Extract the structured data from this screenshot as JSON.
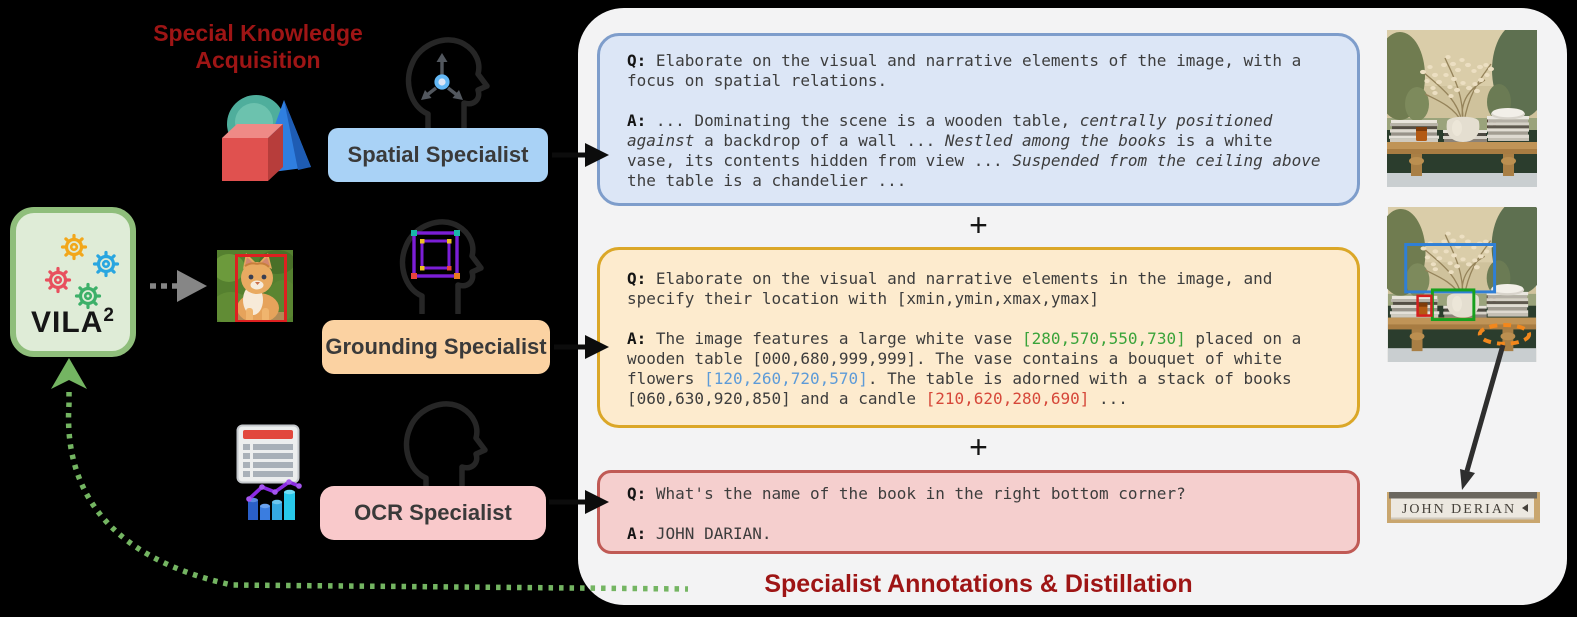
{
  "heading": {
    "title": "Special Knowledge\nAcquisition"
  },
  "model": {
    "name": "VILA",
    "sup": "2"
  },
  "specialists": [
    {
      "id": "spatial",
      "label": "Spatial Specialist"
    },
    {
      "id": "grounding",
      "label": "Grounding Specialist"
    },
    {
      "id": "ocr",
      "label": "OCR Specialist"
    }
  ],
  "qa": {
    "spatial": {
      "segments": [
        {
          "t": "Q:",
          "s": "bold"
        },
        {
          "t": " Elaborate on the visual and narrative elements of the image, with a focus on spatial relations.\n\n",
          "s": "plain"
        },
        {
          "t": "A:",
          "s": "bold"
        },
        {
          "t": " ... Dominating the scene is a wooden table, ",
          "s": "plain"
        },
        {
          "t": "centrally positioned against",
          "s": "italic"
        },
        {
          "t": " a backdrop of a wall ... ",
          "s": "plain"
        },
        {
          "t": "Nestled among the books",
          "s": "italic"
        },
        {
          "t": " is a white vase, its contents hidden from view ... ",
          "s": "plain"
        },
        {
          "t": "Suspended from the ceiling above",
          "s": "italic"
        },
        {
          "t": " the table is a chandelier ...",
          "s": "plain"
        }
      ]
    },
    "grounding": {
      "segments": [
        {
          "t": "Q:",
          "s": "bold"
        },
        {
          "t": " Elaborate on the visual and narrative elements in the image, and specify their location with [xmin,ymin,xmax,ymax]\n\n",
          "s": "plain"
        },
        {
          "t": "A:",
          "s": "bold"
        },
        {
          "t": " The image features a large white vase ",
          "s": "plain"
        },
        {
          "t": "[280,570,550,730]",
          "s": "green"
        },
        {
          "t": " placed on a wooden table [000,680,999,999]. The vase contains a bouquet of white flowers ",
          "s": "plain"
        },
        {
          "t": "[120,260,720,570]",
          "s": "blue"
        },
        {
          "t": ". The table is adorned with a stack of books [060,630,920,850] and a candle ",
          "s": "plain"
        },
        {
          "t": "[210,620,280,690]",
          "s": "red"
        },
        {
          "t": " ...",
          "s": "plain"
        }
      ]
    },
    "ocr": {
      "segments": [
        {
          "t": "Q:",
          "s": "bold"
        },
        {
          "t": " What's the name of the book in the right bottom corner?\n\n",
          "s": "plain"
        },
        {
          "t": "A:",
          "s": "bold"
        },
        {
          "t": " JOHN DARIAN.",
          "s": "plain"
        }
      ]
    }
  },
  "plus": "+",
  "footer": {
    "title": "Specialist Annotations & Distillation"
  },
  "photos": {
    "spine_text": "JOHN  DERIAN"
  },
  "colors": {
    "accent_red": "#9e1515",
    "panel": "#f3f3f4",
    "spatial_fill": "#a9d2f6",
    "grounding_fill": "#fbd2a2",
    "ocr_fill": "#f9c9cb",
    "vila_fill": "#dfecd7",
    "vila_border": "#8fbe7b",
    "coord_green": "#3aa33a",
    "coord_blue": "#5d9bd8",
    "coord_red": "#d6483a",
    "feedback_green": "#74b562"
  }
}
